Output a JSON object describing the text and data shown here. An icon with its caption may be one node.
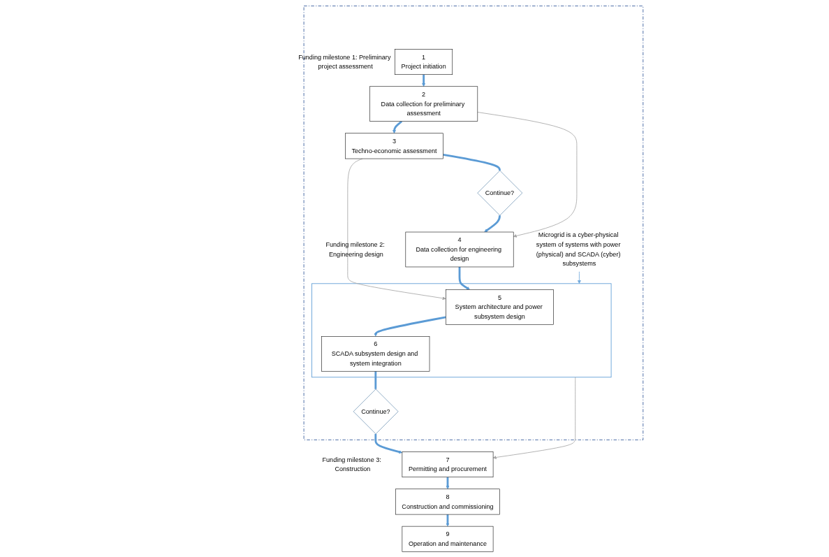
{
  "diagram": {
    "nodes": [
      {
        "text": [],
        "shape": "box"
      },
      {
        "text": [
          "1",
          "Project initiation"
        ],
        "beside": [
          "Funding milestone 1: Preliminary project assessment"
        ],
        "in": 0
      },
      {
        "text": [
          "2",
          "Data collection for preliminary assessment"
        ],
        "in": 0
      },
      {
        "text": [
          "3",
          "Techno-economic assessment"
        ],
        "in": 0
      },
      {
        "text": [
          "Continue?"
        ],
        "in": 0
      },
      {
        "text": [
          "4",
          "Data collection for engineering design"
        ],
        "beside": [
          "Funding milestone 2: Engineering design"
        ],
        "in": 0
      },
      {
        "text": [],
        "shape": "box",
        "in": 0
      },
      {
        "text": [
          "5",
          "System architecture and power subsystem design"
        ],
        "in": 6
      },
      {
        "text": [
          "6",
          "SCADA subsystem design and system integration"
        ],
        "in": 6
      },
      {
        "text": [
          "Microgrid is a cyber-physical system of systems with power (physical) and SCADA (cyber) subsystems"
        ],
        "in": 0
      },
      {
        "text": [
          "Continue?"
        ],
        "in": 0
      },
      {
        "text": [
          "7",
          "Permitting and procurement"
        ],
        "beside": [
          "Funding milestone 3: Construction"
        ]
      },
      {
        "text": [
          "8",
          "Construction and commissioning"
        ]
      },
      {
        "text": [
          "9",
          "Operation and maintenance"
        ]
      }
    ],
    "edges": [
      {
        "from": 1,
        "to": 2,
        "arrow": "to"
      },
      {
        "from": 2,
        "to": 3,
        "arrow": "to"
      },
      {
        "from": 3,
        "to": 4,
        "arrow": "none"
      },
      {
        "from": 4,
        "to": 5,
        "arrow": "to"
      },
      {
        "from": 2,
        "to": 5,
        "arrow": "to",
        "color": "#a6a6a6"
      },
      {
        "from": 3,
        "to": 7,
        "arrow": "to",
        "color": "#a6a6a6"
      },
      {
        "from": 5,
        "to": 7,
        "arrow": "to"
      },
      {
        "from": 7,
        "to": 8,
        "arrow": "to"
      },
      {
        "from": 8,
        "to": 10,
        "arrow": "none"
      },
      {
        "from": 10,
        "to": 11,
        "arrow": "to"
      },
      {
        "from": 6,
        "to": 11,
        "arrow": "to",
        "color": "#a6a6a6"
      },
      {
        "from": 11,
        "to": 12,
        "arrow": "to"
      },
      {
        "from": 12,
        "to": 13,
        "arrow": "to"
      },
      {
        "from": 9,
        "to": 6,
        "arrow": "to",
        "color": "#6fa8dc"
      }
    ]
  }
}
